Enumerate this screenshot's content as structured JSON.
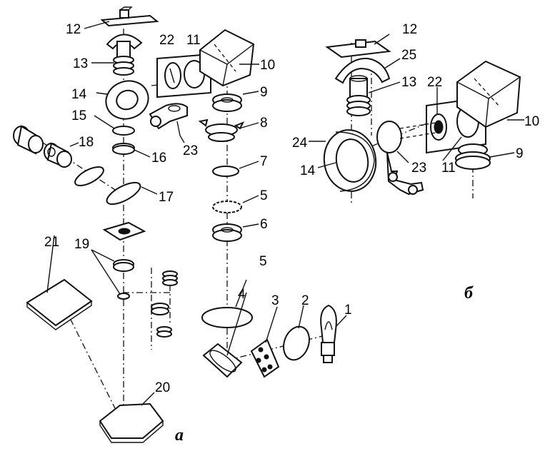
{
  "panels": [
    {
      "id": "a",
      "caption": "а"
    },
    {
      "id": "b",
      "caption": "б"
    }
  ],
  "labels_a": [
    {
      "key": "l12",
      "text": "12"
    },
    {
      "key": "l13",
      "text": "13"
    },
    {
      "key": "l22",
      "text": "22"
    },
    {
      "key": "l11",
      "text": "11"
    },
    {
      "key": "l10",
      "text": "10"
    },
    {
      "key": "l14",
      "text": "14"
    },
    {
      "key": "l9",
      "text": "9"
    },
    {
      "key": "l15",
      "text": "15"
    },
    {
      "key": "l8",
      "text": "8"
    },
    {
      "key": "l18",
      "text": "18"
    },
    {
      "key": "l16",
      "text": "16"
    },
    {
      "key": "l23",
      "text": "23"
    },
    {
      "key": "l7",
      "text": "7"
    },
    {
      "key": "l17",
      "text": "17"
    },
    {
      "key": "l5a",
      "text": "5"
    },
    {
      "key": "l6",
      "text": "6"
    },
    {
      "key": "l21",
      "text": "21"
    },
    {
      "key": "l19",
      "text": "19"
    },
    {
      "key": "l5b",
      "text": "5"
    },
    {
      "key": "l4",
      "text": "4"
    },
    {
      "key": "l3",
      "text": "3"
    },
    {
      "key": "l2",
      "text": "2"
    },
    {
      "key": "l1",
      "text": "1"
    },
    {
      "key": "l20",
      "text": "20"
    }
  ],
  "labels_b": [
    {
      "key": "m12",
      "text": "12"
    },
    {
      "key": "m25",
      "text": "25"
    },
    {
      "key": "m13",
      "text": "13"
    },
    {
      "key": "m22",
      "text": "22"
    },
    {
      "key": "m10",
      "text": "10"
    },
    {
      "key": "m24",
      "text": "24"
    },
    {
      "key": "m9",
      "text": "9"
    },
    {
      "key": "m14",
      "text": "14"
    },
    {
      "key": "m23",
      "text": "23"
    },
    {
      "key": "m11",
      "text": "11"
    }
  ]
}
